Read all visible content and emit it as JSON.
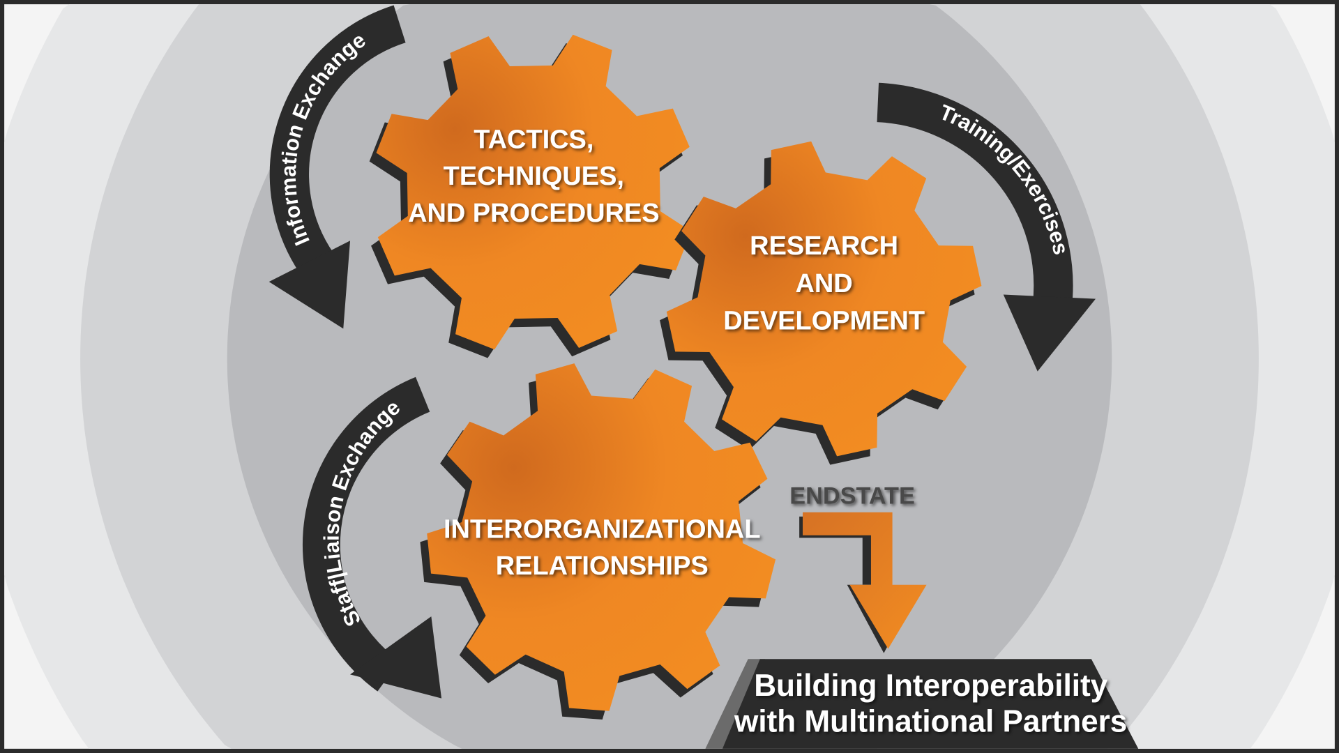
{
  "gears": [
    {
      "name": "tactics-techniques-procedures",
      "lines": [
        "TACTICS,",
        "TECHNIQUES,",
        "AND PROCEDURES"
      ]
    },
    {
      "name": "research-and-development",
      "lines": [
        "RESEARCH",
        "AND",
        "DEVELOPMENT"
      ]
    },
    {
      "name": "interorganizational-relationships",
      "lines": [
        "INTERORGANIZATIONAL",
        "RELATIONSHIPS"
      ]
    }
  ],
  "arrows": {
    "information_exchange": "Information Exchange",
    "training_exercises": "Training/Exercises",
    "staff_liaison_exchange": "Staff|Liaison Exchange"
  },
  "endstate": {
    "label": "ENDSTATE",
    "goal_line1": "Building Interoperability",
    "goal_line2": "with Multinational Partners"
  },
  "colors": {
    "orange": "#f08a24",
    "dark": "#2b2b2b",
    "ring_inner": "#b9babd",
    "ring_mid": "#d2d3d5",
    "ring_outer": "#e6e7e8",
    "bg": "#f4f4f4"
  }
}
